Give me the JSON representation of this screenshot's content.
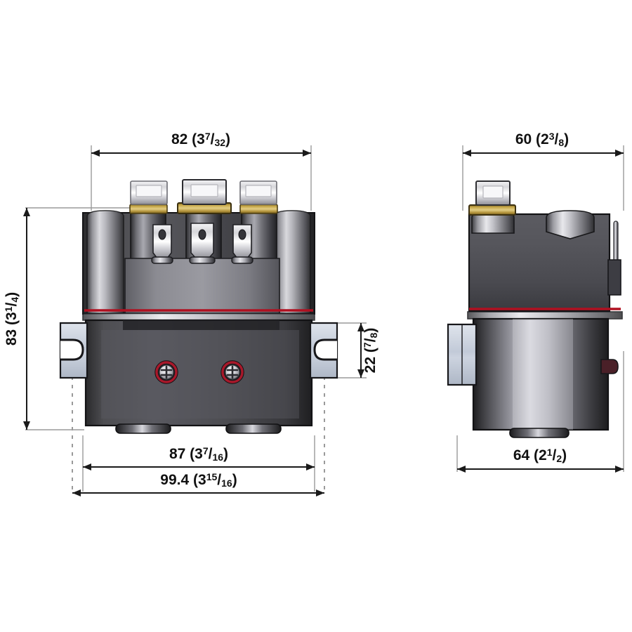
{
  "drawing": {
    "title": "Contactor dimensional drawing",
    "background_color": "#ffffff",
    "line_color": "#3a3a3a",
    "text_color": "#111111",
    "seal_color": "#b01020",
    "brass_color": "#b99a3e",
    "bracket_color": "#c3cad6"
  },
  "views": {
    "front": {
      "name": "front-view"
    },
    "side": {
      "name": "side-view"
    }
  },
  "dimensions": {
    "front_width_top": {
      "name": "dimension-82",
      "whole": "82 (3",
      "sup": "7",
      "sub": "32",
      "close": ")",
      "full": "82 (3 7/32)",
      "mm": "82",
      "inch": "3 7/32"
    },
    "front_height_left": {
      "name": "dimension-83",
      "whole": "83 (3",
      "sup": "1",
      "sub": "4",
      "close": ")",
      "full": "83 (3 1/4)",
      "mm": "83",
      "inch": "3 1/4"
    },
    "front_bracket_height": {
      "name": "dimension-22",
      "whole": "22 (",
      "sup": "7",
      "sub": "8",
      "close": ")",
      "full": "22 (7/8)",
      "mm": "22",
      "inch": "7/8"
    },
    "front_width_mid": {
      "name": "dimension-87",
      "whole": "87 (3",
      "sup": "7",
      "sub": "16",
      "close": ")",
      "full": "87 (3 7/16)",
      "mm": "87",
      "inch": "3 7/16"
    },
    "front_width_overall": {
      "name": "dimension-99-4",
      "whole": "99.4 (3",
      "sup": "15",
      "sub": "16",
      "close": ")",
      "full": "99.4 (3 15/16)",
      "mm": "99.4",
      "inch": "3 15/16"
    },
    "side_width_top": {
      "name": "dimension-60",
      "whole": "60 (2",
      "sup": "3",
      "sub": "8",
      "close": ")",
      "full": "60 (2 3/8)",
      "mm": "60",
      "inch": "2 3/8"
    },
    "side_width_bottom": {
      "name": "dimension-64",
      "whole": "64 (2",
      "sup": "1",
      "sub": "2",
      "close": ")",
      "full": "64 (2 1/2)",
      "mm": "64",
      "inch": "2 1/2"
    }
  }
}
